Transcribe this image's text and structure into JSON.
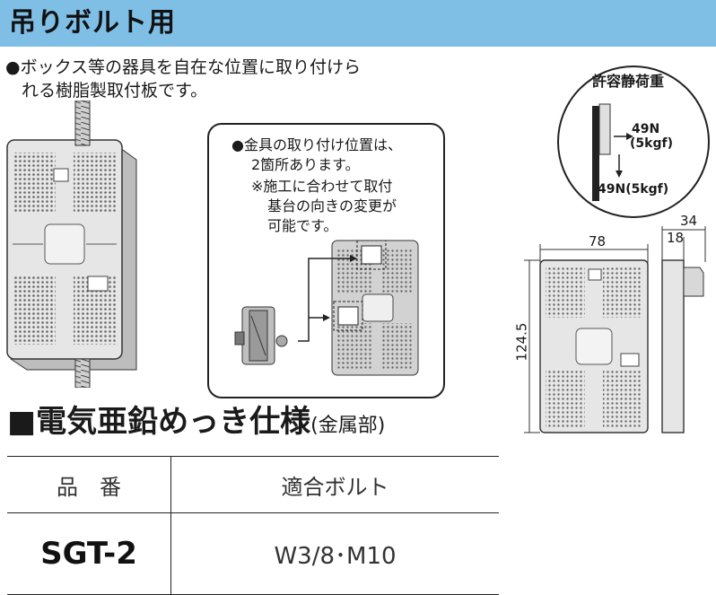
{
  "header": {
    "title": "吊りボルト用"
  },
  "description": {
    "line1": "●ボックス等の器具を自在な位置に取り付けら",
    "line2": "れる樹脂製取付板です。"
  },
  "callout": {
    "line1": "●金具の取り付け位置は、",
    "line2": "2箇所あります。",
    "line3": "※施工に合わせて取付",
    "line4": "基台の向きの変更が",
    "line5": "可能です。"
  },
  "load": {
    "title": "許容静荷重",
    "horizontal_value": "49N",
    "horizontal_unit": "(5kgf)",
    "vertical": "49N(5kgf)"
  },
  "dimensions": {
    "width": "78",
    "height": "124.5",
    "depth_total": "34",
    "depth_inner": "18"
  },
  "spec": {
    "title": "■電気亜鉛めっき仕様",
    "subtitle": "(金属部)",
    "headers": [
      "品　番",
      "適合ボルト"
    ],
    "rows": [
      {
        "model": "SGT-2",
        "bolt": "W3/8･M10"
      }
    ]
  },
  "colors": {
    "header_bg": "#7fbfe6",
    "plate": "#e6e6e6",
    "plate_edge": "#333333"
  }
}
